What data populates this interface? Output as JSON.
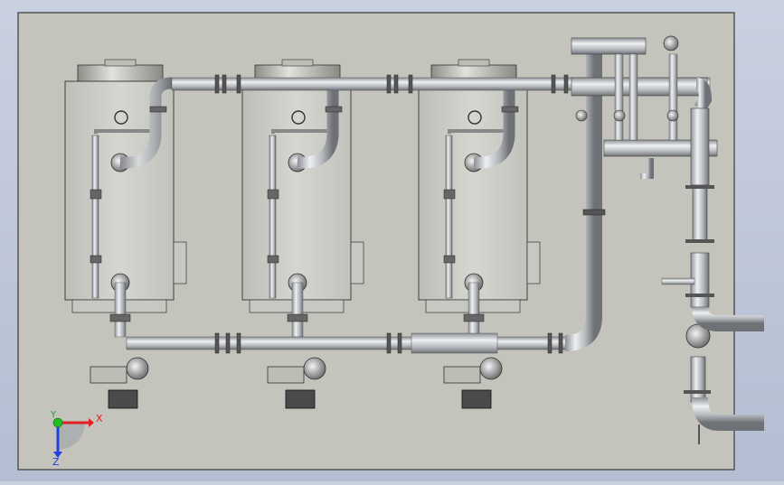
{
  "triad": {
    "x_label": "X",
    "y_label": "Y",
    "z_label": "Z",
    "x_color": "#e02020",
    "y_color": "#20c020",
    "z_color": "#2040e0"
  },
  "colors": {
    "background_top": "#c9d0e0",
    "background_bottom": "#b4bdd2",
    "plate": "#c4c4bc",
    "tank_body": "#cfcfca",
    "pipe": "#b8bcc0",
    "pump_motor": "#4a4a4a"
  },
  "units": {
    "tank_count": 3
  }
}
